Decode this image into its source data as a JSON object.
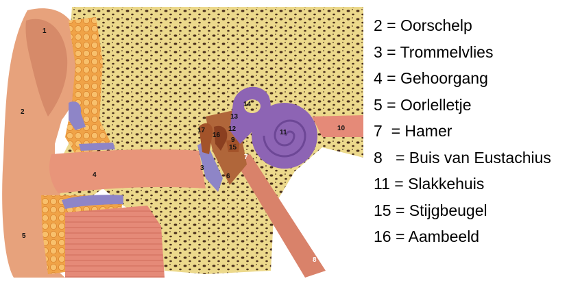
{
  "diagram": {
    "numbers": [
      "1",
      "2",
      "3",
      "4",
      "5",
      "6",
      "7",
      "8",
      "9",
      "10",
      "11",
      "12",
      "13",
      "14",
      "15",
      "16",
      "17"
    ]
  },
  "legend": [
    "2 = Oorschelp",
    "3 = Trommelvlies",
    "4 = Gehoorgang",
    "5 = Oorlelletje",
    "7  = Hamer",
    "8   = Buis van Eustachius",
    "11 = Slakkehuis",
    "15 = Stijgbeugel",
    "16 = Aambeeld"
  ],
  "colors": {
    "skin": "#e7a27c",
    "skin_dark": "#c9775a",
    "fat": "#f3a64a",
    "bone": "#ecd98c",
    "bone_pores": "#4a2f1c",
    "cartilage": "#8e85c7",
    "cochlea": "#8d64b4",
    "muscle": "#e58a78",
    "ossicles": "#a3532a"
  }
}
